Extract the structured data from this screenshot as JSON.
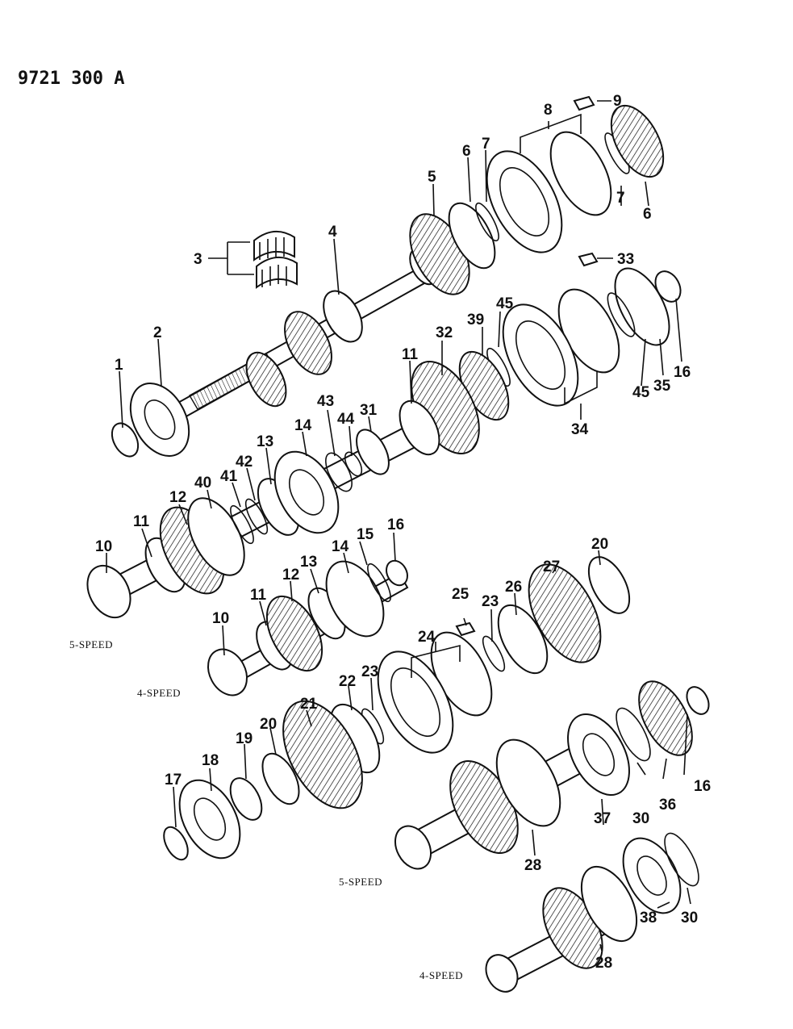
{
  "diagram": {
    "reference_number": "9721 300 A",
    "variant_labels": {
      "upper_5_speed": "5-SPEED",
      "upper_4_speed": "4-SPEED",
      "lower_5_speed": "5-SPEED",
      "lower_4_speed": "4-SPEED"
    },
    "callouts": {
      "c1": "1",
      "c2": "2",
      "c3": "3",
      "c4": "4",
      "c5": "5",
      "c6a": "6",
      "c6b": "6",
      "c7a": "7",
      "c7b": "7",
      "c8": "8",
      "c9": "9",
      "c10a": "10",
      "c10b": "10",
      "c11a": "11",
      "c11b": "11",
      "c11c": "11",
      "c12a": "12",
      "c12b": "12",
      "c13a": "13",
      "c13b": "13",
      "c14a": "14",
      "c14b": "14",
      "c15": "15",
      "c16a": "16",
      "c16b": "16",
      "c16c": "16",
      "c17": "17",
      "c18": "18",
      "c19": "19",
      "c20a": "20",
      "c20b": "20",
      "c21": "21",
      "c22": "22",
      "c23a": "23",
      "c23b": "23",
      "c24": "24",
      "c25": "25",
      "c26": "26",
      "c27": "27",
      "c28a": "28",
      "c28b": "28",
      "c30a": "30",
      "c30b": "30",
      "c31": "31",
      "c32": "32",
      "c33": "33",
      "c34": "34",
      "c35": "35",
      "c36": "36",
      "c37": "37",
      "c38": "38",
      "c39": "39",
      "c40": "40",
      "c41": "41",
      "c42": "42",
      "c43": "43",
      "c44": "44",
      "c45a": "45",
      "c45b": "45"
    }
  }
}
